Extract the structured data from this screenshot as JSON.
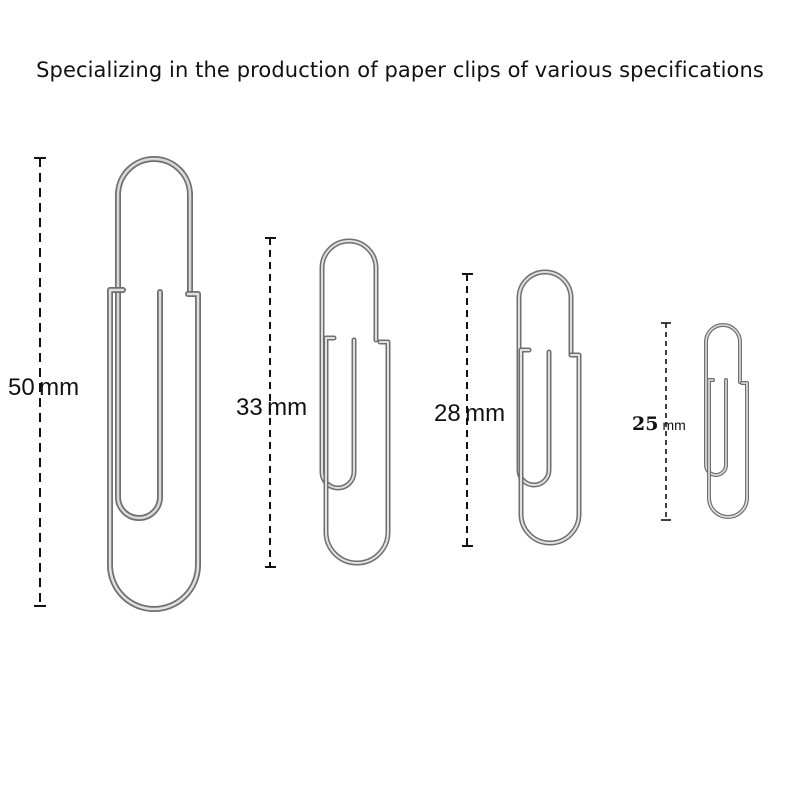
{
  "headline": "Specializing in the production of paper clips of various specifications",
  "clips": [
    {
      "size": "50",
      "unit": "mm"
    },
    {
      "size": "33",
      "unit": "mm"
    },
    {
      "size": "28",
      "unit": "mm"
    },
    {
      "size": "25",
      "unit": "mm"
    }
  ],
  "colors": {
    "background": "#ffffff",
    "wire": "#a4a4a4",
    "wire_highlight": "#e6e6e6",
    "wire_shadow": "#6f6f6f",
    "dimension_line": "#111111"
  }
}
